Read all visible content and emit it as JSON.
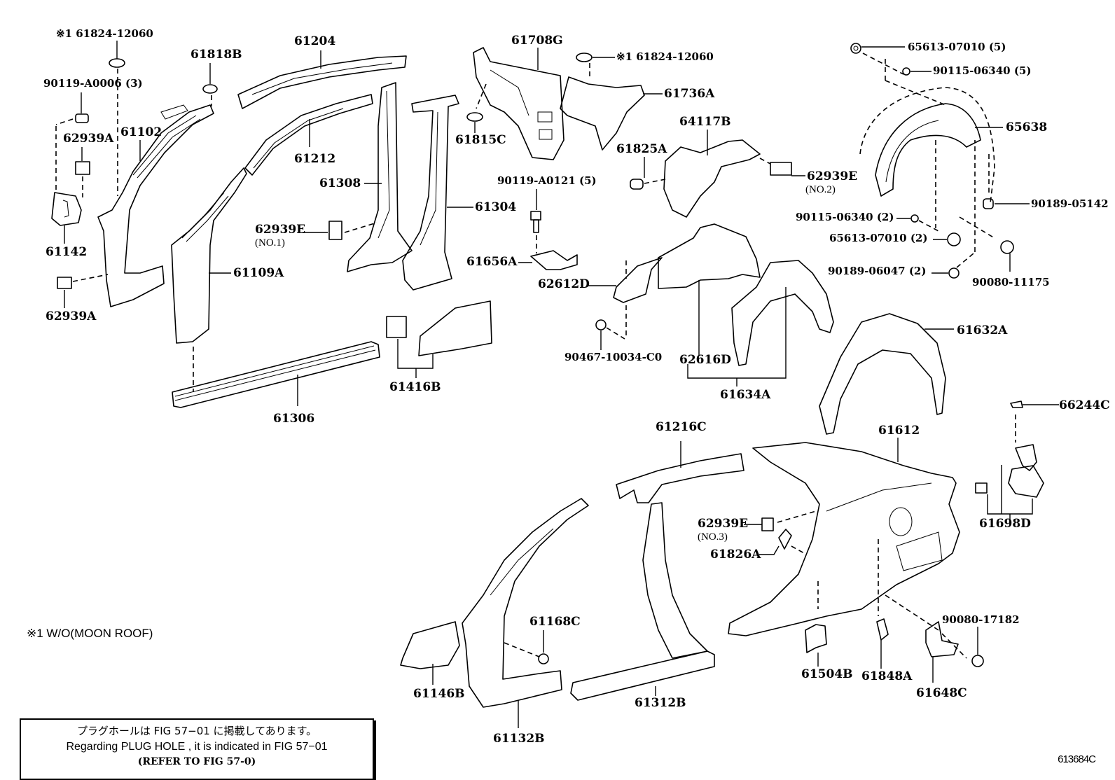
{
  "diagram": {
    "title": "Side member / body panel exploded parts diagram",
    "figure_id": "613684C",
    "footnote": "※1 W/O(MOON ROOF)",
    "notice_box": {
      "line_jp": "プラグホールは FIG 57−01 に掲載してあります。",
      "line_en": "Regarding  PLUG  HOLE , it is indicated in FIG  57−01",
      "line_ref": "(REFER TO FIG 57-0)"
    },
    "labels": {
      "p61824_12060_a": "※1 61824-12060",
      "p61818B": "61818B",
      "p61204": "61204",
      "p90119_A0006": "90119-A0006 (3)",
      "p62939A_top": "62939A",
      "p61102": "61102",
      "p61212": "61212",
      "p61142": "61142",
      "p62939A_bot": "62939A",
      "p61109A": "61109A",
      "p61308": "61308",
      "p62939E_no1": "62939E",
      "p62939E_no1_sub": "(NO.1)",
      "p61304": "61304",
      "p61708G": "61708G",
      "p61815C": "61815C",
      "p61824_12060_b": "※1 61824-12060",
      "p61736A": "61736A",
      "p64117B": "64117B",
      "p61825A": "61825A",
      "p62939E_no2": "62939E",
      "p62939E_no2_sub": "(NO.2)",
      "p90119_A0121": "90119-A0121 (5)",
      "p61656A": "61656A",
      "p62612D": "62612D",
      "p90467_10034": "90467-10034-C0",
      "p62616D": "62616D",
      "p61634A": "61634A",
      "p61306": "61306",
      "p61416B": "61416B",
      "p65613_07010_5": "65613-07010 (5)",
      "p90115_06340_5": "90115-06340 (5)",
      "p65638": "65638",
      "p90189_05142": "90189-05142",
      "p90115_06340_2": "90115-06340 (2)",
      "p65613_07010_2": "65613-07010 (2)",
      "p90189_06047": "90189-06047 (2)",
      "p90080_11175": "90080-11175",
      "p61632A": "61632A",
      "p66244C": "66244C",
      "p61612": "61612",
      "p61216C": "61216C",
      "p61698D": "61698D",
      "p62939E_no3": "62939E",
      "p62939E_no3_sub": "(NO.3)",
      "p61826A": "61826A",
      "p61168C": "61168C",
      "p61146B": "61146B",
      "p61132B": "61132B",
      "p61312B": "61312B",
      "p61504B": "61504B",
      "p61848A": "61848A",
      "p61648C": "61648C",
      "p90080_17182": "90080-17182"
    }
  }
}
